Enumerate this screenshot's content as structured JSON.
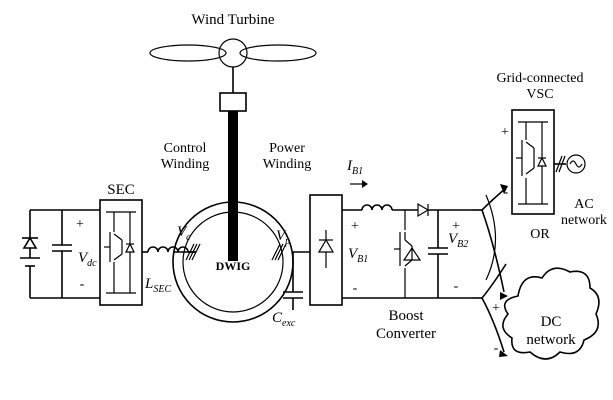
{
  "labels": {
    "wind_turbine": "Wind Turbine",
    "control_winding_1": "Control",
    "control_winding_2": "Winding",
    "power_winding_1": "Power",
    "power_winding_2": "Winding",
    "sec": "SEC",
    "dwig": "DWIG",
    "grid_vsc_1": "Grid-connected",
    "grid_vsc_2": "VSC",
    "ac_network_1": "AC",
    "ac_network_2": "network",
    "or": "OR",
    "dc_network_1": "DC",
    "dc_network_2": "network",
    "boost_1": "Boost",
    "boost_2": "Converter"
  },
  "symbols": {
    "vdc": "V",
    "vdc_sub": "dc",
    "lsec": "L",
    "lsec_sub": "SEC",
    "vc": "V",
    "vc_sub": "c",
    "vp": "V",
    "vp_sub": "p",
    "cexc": "C",
    "cexc_sub": "exc",
    "ib1": "I",
    "ib1_sub": "B1",
    "vb1": "V",
    "vb1_sub": "B1",
    "vb2": "V",
    "vb2_sub": "B2"
  },
  "polarity": {
    "plus": "+",
    "minus": "-"
  }
}
